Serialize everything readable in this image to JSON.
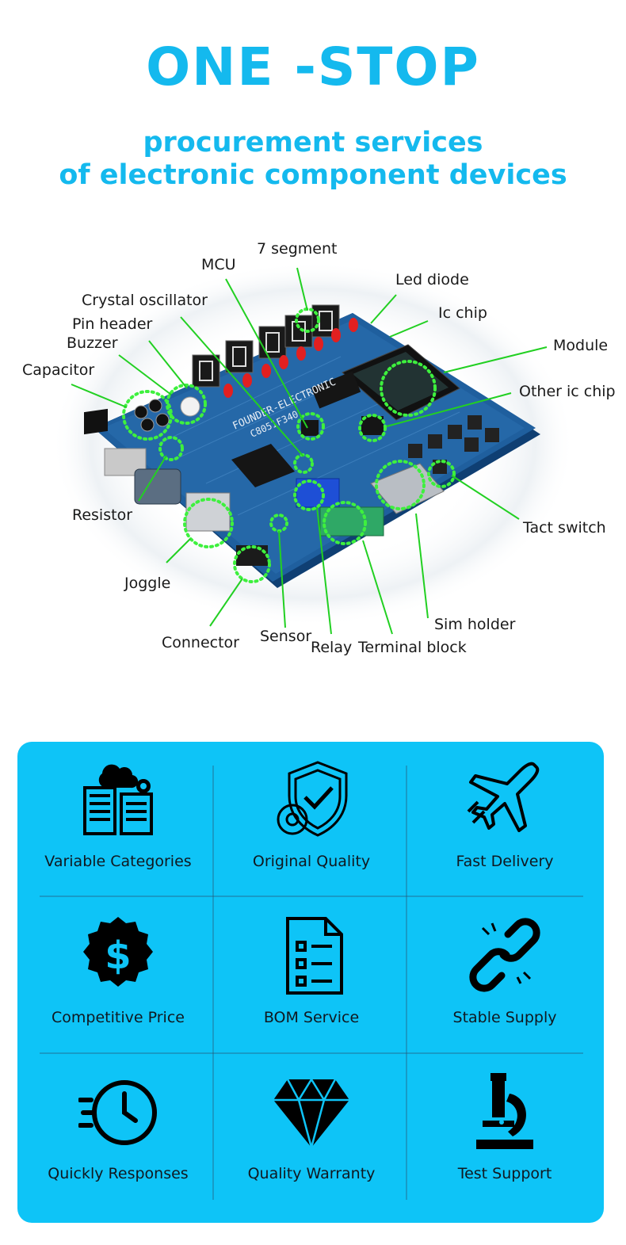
{
  "header": {
    "title": "ONE -STOP",
    "subtitle_line1": "procurement services",
    "subtitle_line2": "of electronic component devices"
  },
  "board": {
    "silkscreen_1": "FOUNDER-ELECTRONIC",
    "silkscreen_2": "C8051F340",
    "labels": {
      "seven_segment": "7 segment",
      "mcu": "MCU",
      "led_diode": "Led diode",
      "crystal_oscillator": "Crystal oscillator",
      "ic_chip": "Ic chip",
      "pin_header": "Pin header",
      "module": "Module",
      "buzzer": "Buzzer",
      "capacitor": "Capacitor",
      "other_ic_chip": "Other ic chip",
      "resistor": "Resistor",
      "tact_switch": "Tact switch",
      "joggle": "Joggle",
      "sim_holder": "Sim holder",
      "connector": "Connector",
      "sensor": "Sensor",
      "relay": "Relay",
      "terminal_block": "Terminal block"
    }
  },
  "colors": {
    "accent": "#14b9ee",
    "panel": "#0ec4f7",
    "leader_line": "#22d022",
    "board": "#1f5f9e"
  },
  "features": [
    {
      "label": "Variable Categories",
      "icon": "server-rack-icon"
    },
    {
      "label": "Original Quality",
      "icon": "shield-check-icon"
    },
    {
      "label": "Fast Delivery",
      "icon": "airplane-icon"
    },
    {
      "label": "Competitive Price",
      "icon": "dollar-badge-icon"
    },
    {
      "label": "BOM Service",
      "icon": "checklist-document-icon"
    },
    {
      "label": "Stable Supply",
      "icon": "chain-link-icon"
    },
    {
      "label": "Quickly Responses",
      "icon": "fast-clock-icon"
    },
    {
      "label": "Quality Warranty",
      "icon": "diamond-icon"
    },
    {
      "label": "Test Support",
      "icon": "microscope-icon"
    }
  ]
}
